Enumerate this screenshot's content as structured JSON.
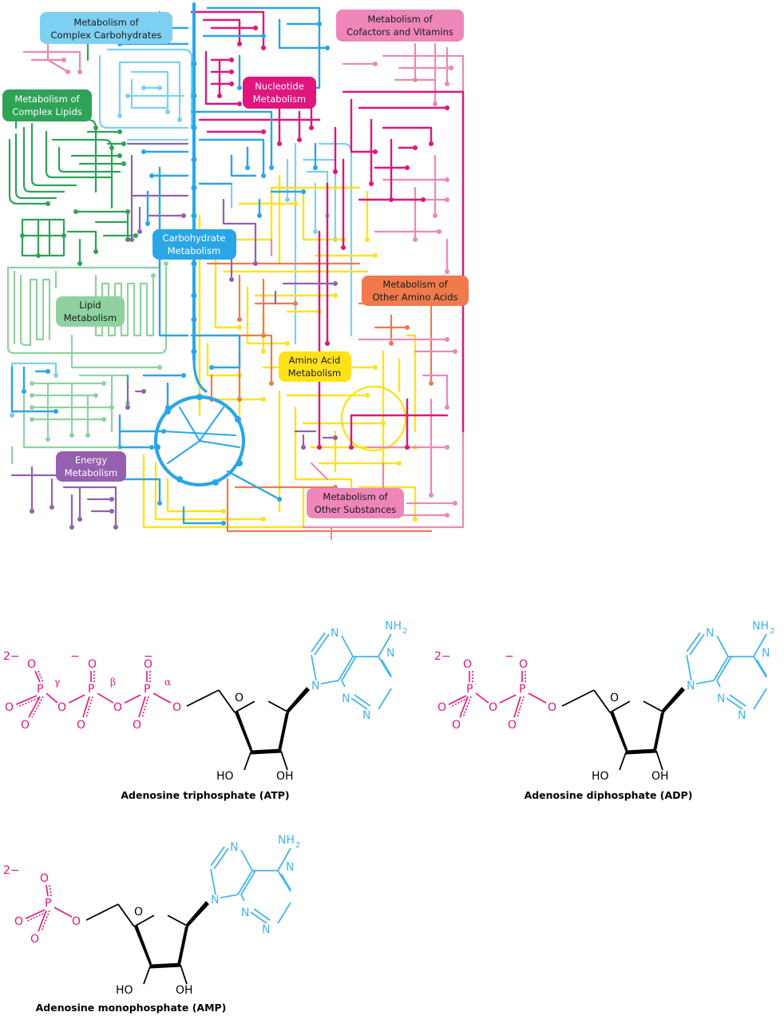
{
  "colors": {
    "carbohydrate": "#2aa6e6",
    "complex_carbohydrate": "#7ed0f2",
    "complex_lipid": "#2ea356",
    "lipid": "#8fd2a0",
    "nucleotide": "#e0157e",
    "cofactor": "#ee86ba",
    "amino_acid": "#ffe21a",
    "other_amino_acid": "#f07a4c",
    "energy": "#9560b0",
    "other_substances": "#ee86ba",
    "phosphate": "#e0157e",
    "adenine": "#45b6e8",
    "ribose": "#000000"
  },
  "map_labels": {
    "complex_carbohydrates": [
      "Metabolism of",
      "Complex Carbohydrates"
    ],
    "cofactors_vitamins": [
      "Metabolism of",
      "Cofactors and Vitamins"
    ],
    "nucleotide": [
      "Nucleotide",
      "Metabolism"
    ],
    "complex_lipids": [
      "Metabolism of",
      "Complex Lipids"
    ],
    "carbohydrate": [
      "Carbohydrate",
      "Metabolism"
    ],
    "other_amino_acids": [
      "Metabolism of",
      "Other Amino Acids"
    ],
    "lipid": [
      "Lipid",
      "Metabolism"
    ],
    "amino_acid": [
      "Amino Acid",
      "Metabolism"
    ],
    "energy": [
      "Energy",
      "Metabolism"
    ],
    "other_substances": [
      "Metabolism of",
      "Other Substances"
    ]
  },
  "molecules": {
    "atp": {
      "caption": "Adenosine triphosphate (ATP)",
      "charge": "2−",
      "minus": "−",
      "gamma": "γ",
      "beta": "β",
      "alpha": "α"
    },
    "adp": {
      "caption": "Adenosine diphosphate (ADP)",
      "charge": "2−",
      "minus": "−"
    },
    "amp": {
      "caption": "Adenosine monophosphate (AMP)",
      "charge": "2−"
    }
  },
  "atoms": {
    "O": "O",
    "P": "P",
    "N": "N",
    "NH2": "NH",
    "NH2_sub": "2",
    "HO": "HO",
    "OH": "OH"
  }
}
